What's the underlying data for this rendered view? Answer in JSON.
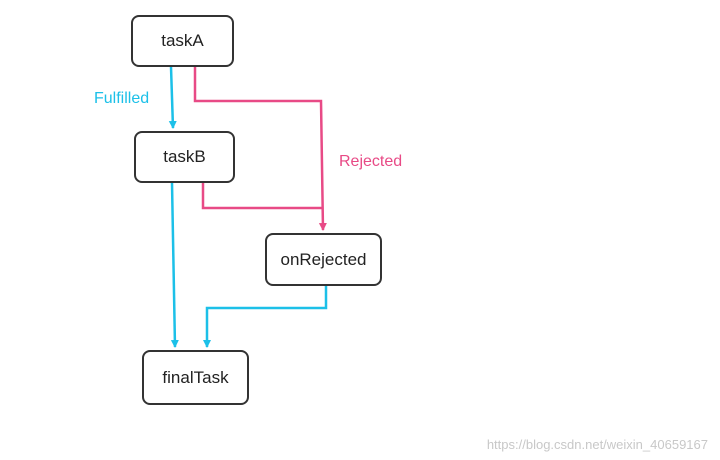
{
  "nodes": {
    "task_a": "taskA",
    "task_b": "taskB",
    "on_rejected": "onRejected",
    "final_task": "finalTask"
  },
  "edge_labels": {
    "fulfilled": "Fulfilled",
    "rejected": "Rejected"
  },
  "colors": {
    "fulfilled": "#1cc0e8",
    "rejected": "#e84a86",
    "node_border": "#333333"
  },
  "watermark": "https://blog.csdn.net/weixin_40659167"
}
